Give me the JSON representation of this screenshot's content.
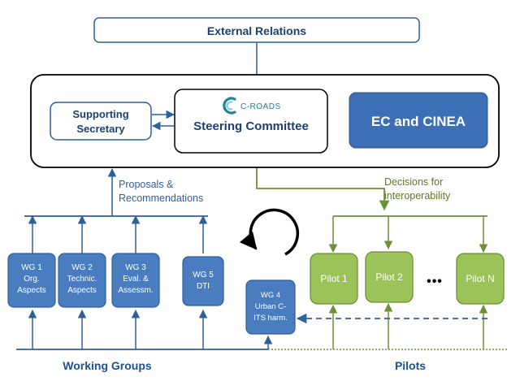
{
  "external_relations": "External Relations",
  "supporting_secretary": [
    "Supporting",
    "Secretary"
  ],
  "logo_text": "C-ROADS",
  "steering_committee": "Steering Committee",
  "ec_cinea": "EC and CINEA",
  "proposals_label": [
    "Proposals &",
    "Recommendations"
  ],
  "decisions_label": [
    "Decisions for",
    "interoperability"
  ],
  "working_groups": [
    {
      "lines": [
        "WG 1",
        "Org.",
        "Aspects"
      ]
    },
    {
      "lines": [
        "WG 2",
        "Technic.",
        "Aspects"
      ]
    },
    {
      "lines": [
        "WG 3",
        "Eval. &",
        "Assessm."
      ]
    },
    {
      "lines": [
        "WG 5",
        "DTI"
      ]
    }
  ],
  "wg4": [
    "WG 4",
    "Urban C-",
    "ITS harm."
  ],
  "pilots": [
    "Pilot  1",
    "Pilot  2",
    "Pilot  N"
  ],
  "ellipsis": "•••",
  "footer": {
    "working_groups": "Working Groups",
    "pilots": "Pilots"
  },
  "colors": {
    "blue": "#2e5f9e",
    "green": "#6e8f35",
    "pilot_fill": "#9bc35a",
    "ec_fill": "#3c6fb6",
    "wg_fill": "#4a7dbf"
  }
}
